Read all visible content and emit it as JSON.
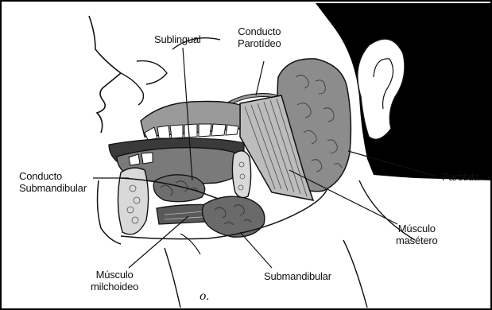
{
  "diagram": {
    "labels": {
      "sublingual": "Sublingual",
      "conducto_parotideo": [
        "Conducto",
        "Parotídeo"
      ],
      "conducto_submandibular": [
        "Conducto",
        "Submandibular"
      ],
      "parotida": "Parótida",
      "musculo_masetero": [
        "Músculo",
        "masétero"
      ],
      "musculo_milohioideo": [
        "Músculo",
        "milchoideo"
      ],
      "submandibular": "Submandibular"
    },
    "signature": "o.",
    "colors": {
      "outline": "#111111",
      "hair": "#000000",
      "gland": "#8c8c8c",
      "gland_dark": "#5e5e5e",
      "muscle": "#bcbcbc",
      "tongue": "#7a7a7a",
      "teeth": "#ffffff",
      "mouth_dark": "#3a3a3a",
      "bone": "#d9d9d9"
    }
  }
}
